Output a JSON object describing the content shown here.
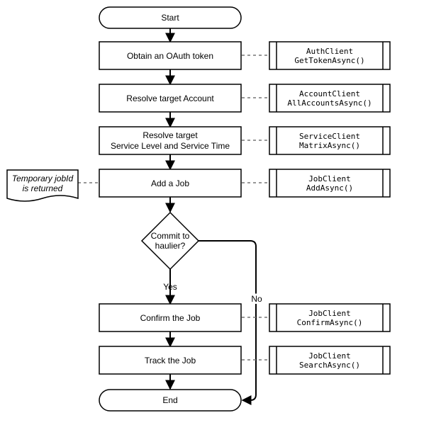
{
  "steps": {
    "start": "Start",
    "oauth": "Obtain an OAuth token",
    "account": "Resolve target Account",
    "service_line1": "Resolve target",
    "service_line2": "Service Level and Service Time",
    "addjob": "Add a Job",
    "confirm": "Confirm the Job",
    "track": "Track the Job",
    "end": "End"
  },
  "decision": {
    "line1": "Commit to",
    "line2": "haulier?",
    "yes": "Yes",
    "no": "No"
  },
  "note": {
    "line1": "Temporary jobId",
    "line2": "is returned"
  },
  "api": {
    "auth": {
      "client": "AuthClient",
      "method": "GetTokenAsync()"
    },
    "account": {
      "client": "AccountClient",
      "method": "AllAccountsAsync()"
    },
    "service": {
      "client": "ServiceClient",
      "method": "MatrixAsync()"
    },
    "add": {
      "client": "JobClient",
      "method": "AddAsync()"
    },
    "confirm": {
      "client": "JobClient",
      "method": "ConfirmAsync()"
    },
    "search": {
      "client": "JobClient",
      "method": "SearchAsync()"
    }
  }
}
